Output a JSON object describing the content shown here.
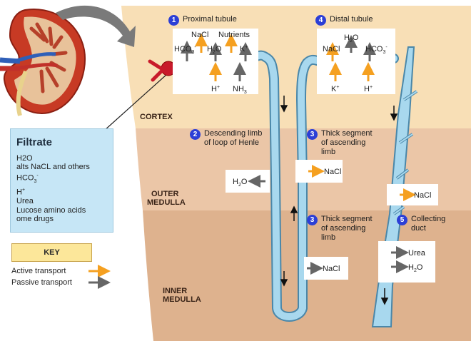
{
  "zones": {
    "cortex": "CORTEX",
    "outer_medulla_1": "OUTER",
    "outer_medulla_2": "MEDULLA",
    "inner_medulla_1": "INNER",
    "inner_medulla_2": "MEDULLA"
  },
  "steps": {
    "s1": {
      "num": "1",
      "title": "Proximal tubule"
    },
    "s2": {
      "num": "2",
      "title1": "Descending limb",
      "title2": "of loop of Henle"
    },
    "s3a": {
      "num": "3",
      "title1": "Thick segment",
      "title2": "of ascending",
      "title3": "limb"
    },
    "s3b": {
      "num": "3",
      "title1": "Thick segment",
      "title2": "of ascending",
      "title3": "limb"
    },
    "s4": {
      "num": "4",
      "title": "Distal tubule"
    },
    "s5": {
      "num": "5",
      "title1": "Collecting",
      "title2": "duct"
    }
  },
  "proximal": {
    "nacl": "NaCl",
    "nutrients": "Nutrients",
    "hco3": "HCO",
    "h2o": "H",
    "k": "K",
    "h": "H",
    "nh3": "NH"
  },
  "distal": {
    "nacl": "NaCl",
    "h2o": "H",
    "hco3": "HCO",
    "k": "K",
    "h": "H"
  },
  "boxes": {
    "descending_h2o": "H",
    "thick_nacl": "NaCl",
    "outer_cd_nacl": "NaCl",
    "inner_thick_nacl": "NaCl",
    "urea": "Urea",
    "cd_h2o": "H"
  },
  "filtrate": {
    "title": "Filtrate",
    "items": [
      "H2O",
      "alts NaCL and others",
      "HCO",
      "H",
      "Urea",
      "Lucose amino acids",
      "ome drugs"
    ]
  },
  "key": {
    "title": "KEY",
    "active": "Active transport",
    "passive": "Passive transport"
  },
  "colors": {
    "active": "#f5a020",
    "passive": "#666666",
    "cortex": "#f8dfb6",
    "outer_medulla": "#ebc6a7",
    "inner_medulla": "#deb28e",
    "tubule": "#a8d8ee",
    "step_badge": "#2c3fd6"
  }
}
